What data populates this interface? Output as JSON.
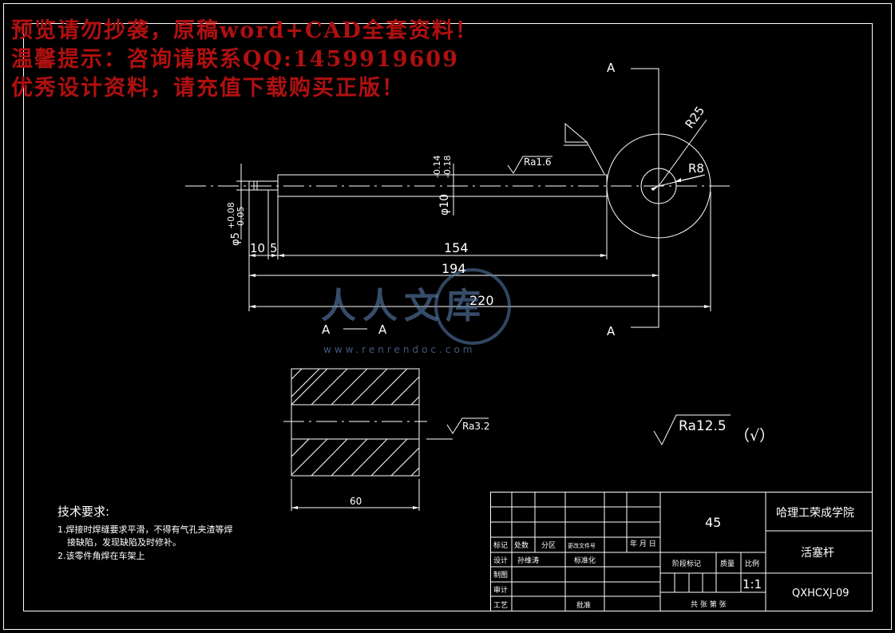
{
  "watermark": {
    "line1": "预览请勿抄袭，原稿word+CAD全套资料！",
    "line2": "温馨提示：咨询请联系QQ:1459919609",
    "line3": "优秀设计资料，请充值下载购买正版！"
  },
  "logo": {
    "text": "人人文库",
    "url": "www.renrendoc.com"
  },
  "colors": {
    "background": "#000000",
    "lines": "#ffffff",
    "watermark": "#b01010",
    "logo": "#5a7fb0"
  },
  "drawing": {
    "section_marks": {
      "a1": "A",
      "a2": "A",
      "section_label_left": "A",
      "section_label_right": "A"
    },
    "radius_large": "R25",
    "radius_small": "R8",
    "roughness_shaft": "Ra1.6",
    "roughness_section": "Ra3.2",
    "roughness_general": "Ra12.5",
    "roughness_other": "（√）",
    "dim_shaft_dia": "φ10",
    "dim_shaft_tol_upper": "-0.14",
    "dim_shaft_tol_lower": "-0.18",
    "dim_end_dia": "φ5",
    "dim_end_tol_upper": "+0.08",
    "dim_end_tol_lower": "-0.05",
    "dim_10": "10",
    "dim_5": "5",
    "dim_154": "154",
    "dim_194": "194",
    "dim_220": "220",
    "dim_60": "60"
  },
  "tech_requirements": {
    "title": "技术要求:",
    "item1a": "1.焊接时焊缝要求平滑，不得有气孔夹渣等焊",
    "item1b": "接缺陷，发现缺陷及时修补。",
    "item2": "2.该零件角焊在车架上"
  },
  "title_block": {
    "material": "45",
    "school": "哈理工荣成学院",
    "part_name": "活塞杆",
    "drawing_no": "QXHCXJ-09",
    "scale_value": "1:1",
    "lbl_mark": "标记",
    "lbl_count": "处数",
    "lbl_zone": "分区",
    "lbl_change_doc": "更改文件号",
    "lbl_date": "年 月 日",
    "lbl_design": "设计",
    "lbl_designer": "孙维涛",
    "lbl_standard": "标准化",
    "lbl_drafting": "制图",
    "lbl_review": "审计",
    "lbl_process": "工艺",
    "lbl_approve": "批准",
    "lbl_stage": "阶段标记",
    "lbl_weight": "质量",
    "lbl_scale": "比例",
    "lbl_sheets": "共  张  第  张"
  }
}
